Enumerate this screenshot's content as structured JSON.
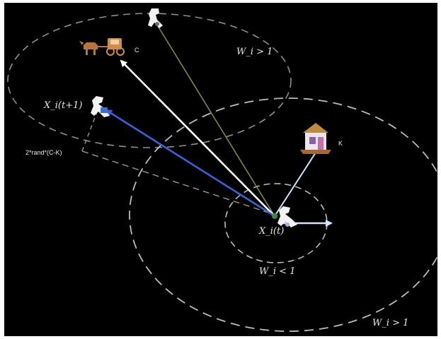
{
  "labels": {
    "w_top": "W_i > 1",
    "w_bottom": "W_i > 1",
    "w_inner": "W_i < 1",
    "x_next": "X_i(t+1)",
    "x_current": "X_i(t)",
    "rand_formula": "2*rand*(C-K)",
    "point_c": "C",
    "point_k": "K"
  },
  "icons": {
    "cart": "horse-cart-icon",
    "house": "house-icon",
    "rider_top": "rider-icon",
    "rider_next": "rider-icon",
    "rider_current": "rider-icon"
  },
  "colors": {
    "background": "#000000",
    "circle": "#bdbdbd",
    "arrow_white": "#ffffff",
    "arrow_blue": "#3d5fd6",
    "arrow_olive": "#7a8a3a",
    "arrow_lightblue": "#cfe6ff",
    "text": "#e8e8e8"
  }
}
